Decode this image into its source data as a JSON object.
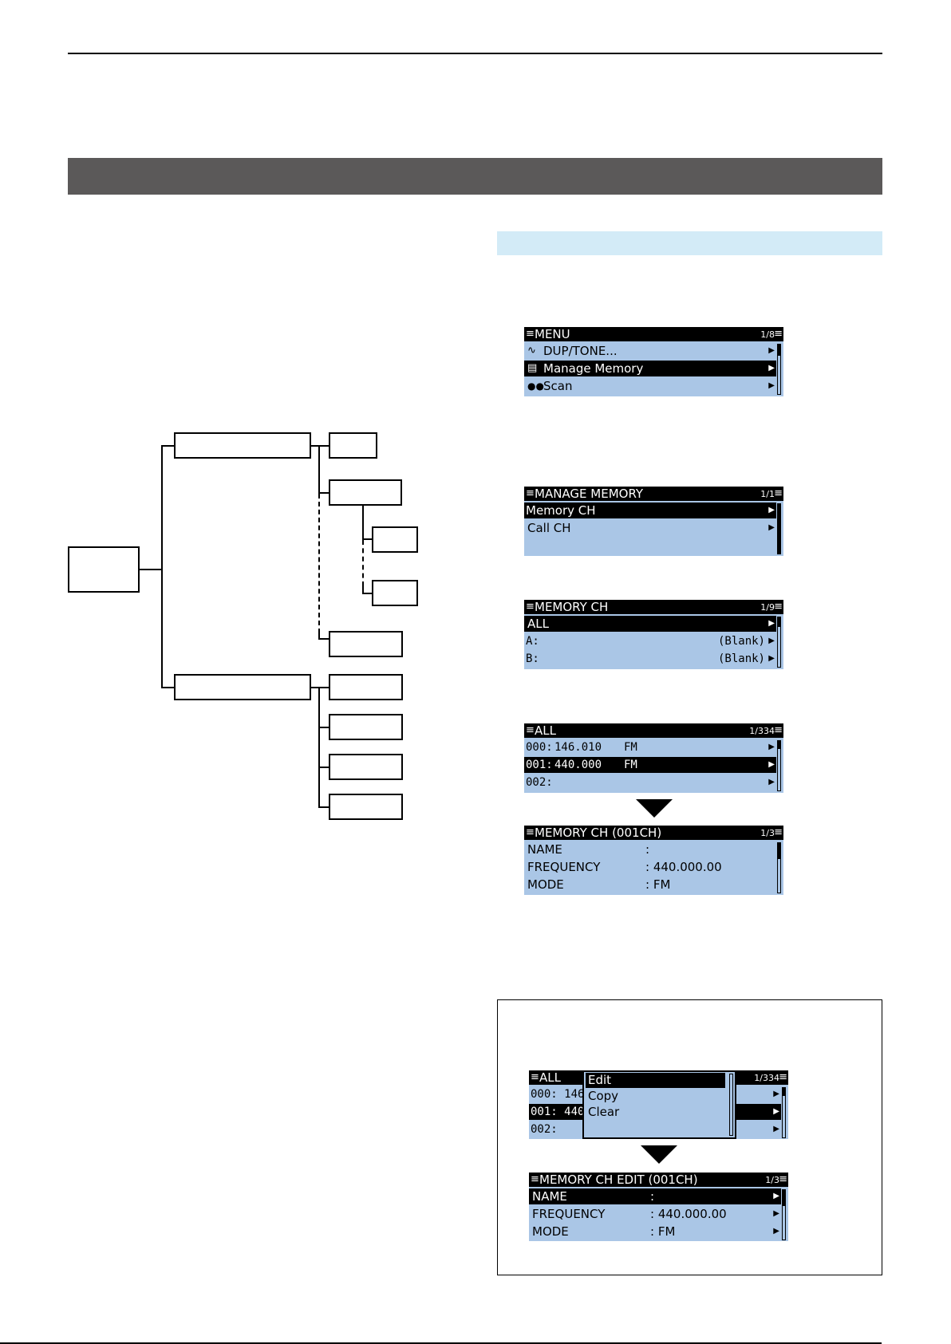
{
  "icons": {
    "menu": "list-icon",
    "duptone": "tone-wave-icon",
    "manage": "memo-icon",
    "scan": "binoculars-icon",
    "arrow": "right-triangle-icon",
    "down": "down-triangle-icon"
  },
  "screen_menu": {
    "title": "MENU",
    "page": "1/8",
    "items": [
      "DUP/TONE...",
      "Manage Memory",
      "Scan"
    ]
  },
  "screen_manage": {
    "title": "MANAGE MEMORY",
    "page": "1/1",
    "items": [
      "Memory CH",
      "Call CH"
    ]
  },
  "screen_memch": {
    "title": "MEMORY CH",
    "page": "1/9",
    "items": [
      {
        "label": "ALL",
        "value": ""
      },
      {
        "label": "A:",
        "value": "(Blank)"
      },
      {
        "label": "B:",
        "value": "(Blank)"
      }
    ]
  },
  "screen_all": {
    "title": "ALL",
    "page": "1/334",
    "rows": [
      {
        "ch": "000:",
        "freq": "146.010",
        "mode": "FM"
      },
      {
        "ch": "001:",
        "freq": "440.000",
        "mode": "FM"
      },
      {
        "ch": "002:",
        "freq": "",
        "mode": ""
      }
    ]
  },
  "screen_detail": {
    "title": "MEMORY CH (001CH)",
    "page": "1/3",
    "rows": [
      {
        "label": "NAME",
        "value": ":"
      },
      {
        "label": "FREQUENCY",
        "value": ": 440.000.00"
      },
      {
        "label": "MODE",
        "value": ": FM"
      }
    ]
  },
  "screen_all_popup": {
    "title": "ALL",
    "page": "1/334",
    "rows": [
      "000: 146.",
      "001: 440.",
      "002:"
    ],
    "popup": [
      "Edit",
      "Copy",
      "Clear"
    ]
  },
  "screen_edit": {
    "title": "MEMORY CH EDIT (001CH)",
    "page": "1/3",
    "rows": [
      {
        "label": "NAME",
        "value": ":"
      },
      {
        "label": "FREQUENCY",
        "value": ": 440.000.00"
      },
      {
        "label": "MODE",
        "value": ": FM"
      }
    ]
  }
}
